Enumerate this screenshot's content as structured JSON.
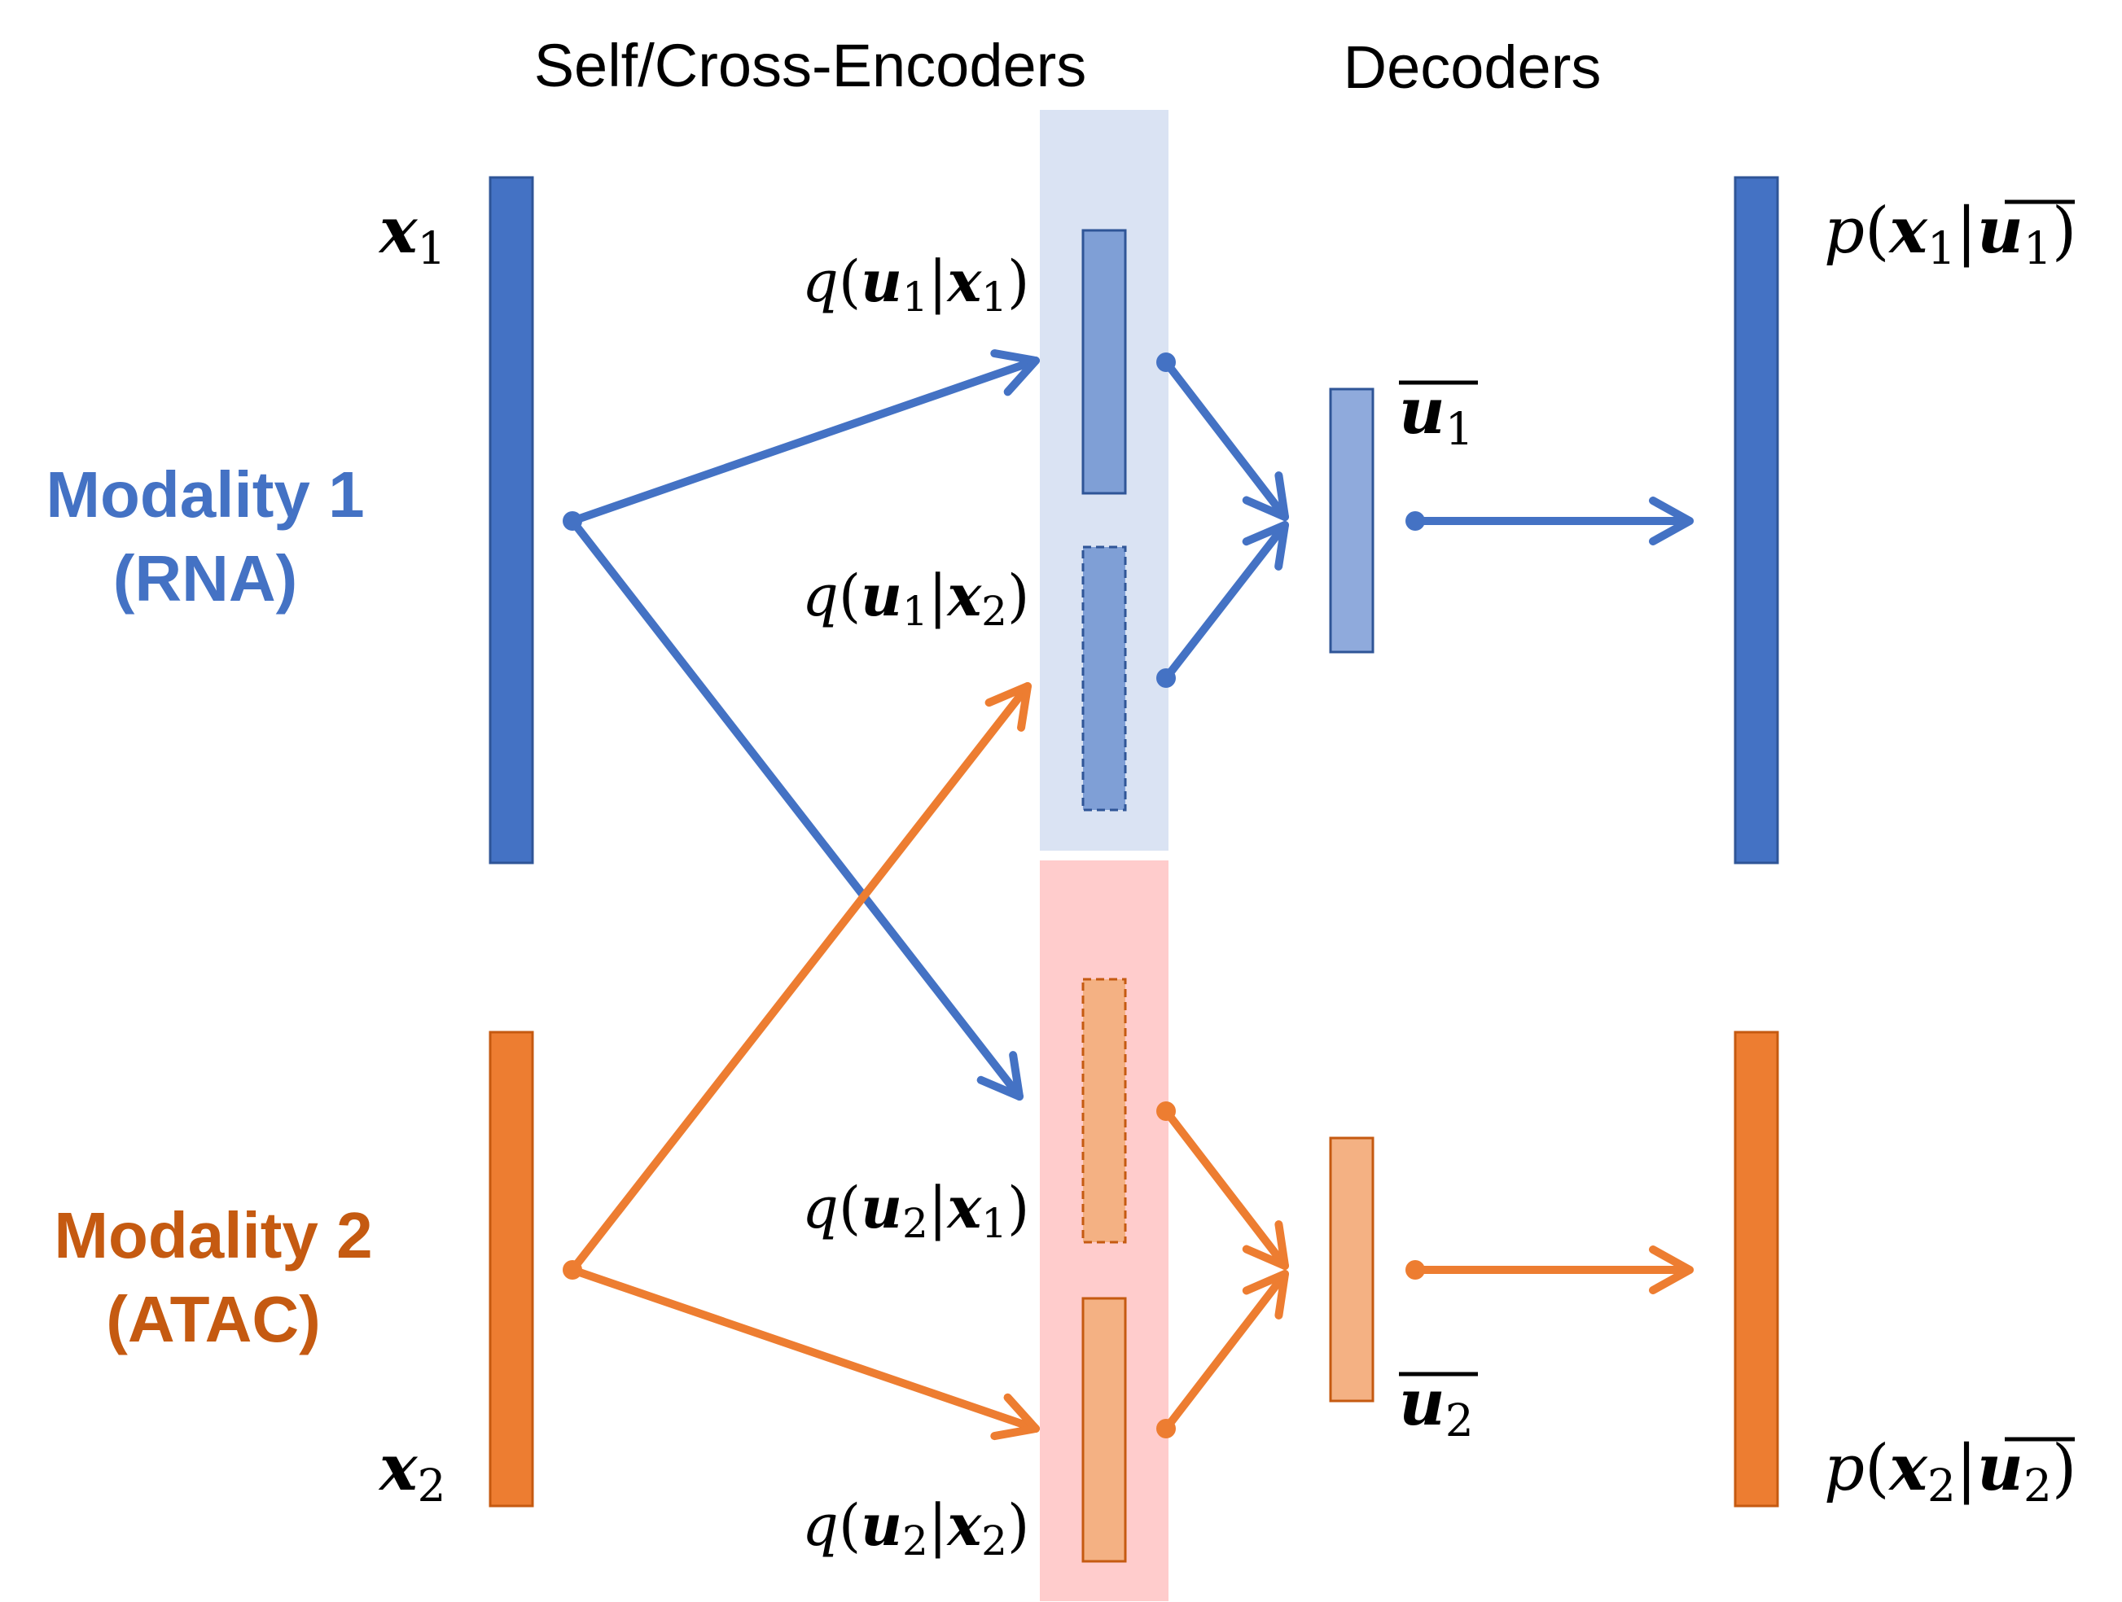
{
  "headers": {
    "encoders": "Self/Cross-Encoders",
    "decoders": "Decoders"
  },
  "modalities": [
    {
      "name": "Modality 1",
      "type": "(RNA)",
      "color": "#4472C4"
    },
    {
      "name": "Modality 2",
      "type": "(ATAC)",
      "color": "#C55A11"
    }
  ],
  "colors": {
    "blue": "#4472C4",
    "orange": "#ED7D31",
    "blue_panel": "#DAE3F3",
    "pink_panel": "#FFCCCC"
  },
  "math": {
    "q": "q",
    "p": "p",
    "lparen": "(",
    "rparen": ")",
    "bar": "|",
    "x": "x",
    "u": "u",
    "sub1": "1",
    "sub2": "2"
  }
}
